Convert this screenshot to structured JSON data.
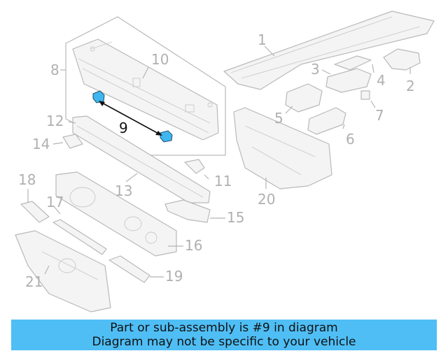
{
  "callouts": {
    "c1": "1",
    "c2": "2",
    "c3": "3",
    "c4": "4",
    "c5": "5",
    "c6": "6",
    "c7": "7",
    "c8": "8",
    "c9": "9",
    "c10": "10",
    "c11": "11",
    "c12": "12",
    "c13": "13",
    "c14": "14",
    "c15": "15",
    "c16": "16",
    "c17": "17",
    "c18": "18",
    "c19": "19",
    "c20": "20",
    "c21": "21"
  },
  "highlighted_part": "9",
  "colors": {
    "highlight": "#3fb6ef",
    "banner": "#4fbef5",
    "callout": "#b0b0b0"
  },
  "banner": {
    "line1": "Part or sub-assembly is #9 in diagram",
    "line2": "Diagram may not be specific to your vehicle"
  }
}
